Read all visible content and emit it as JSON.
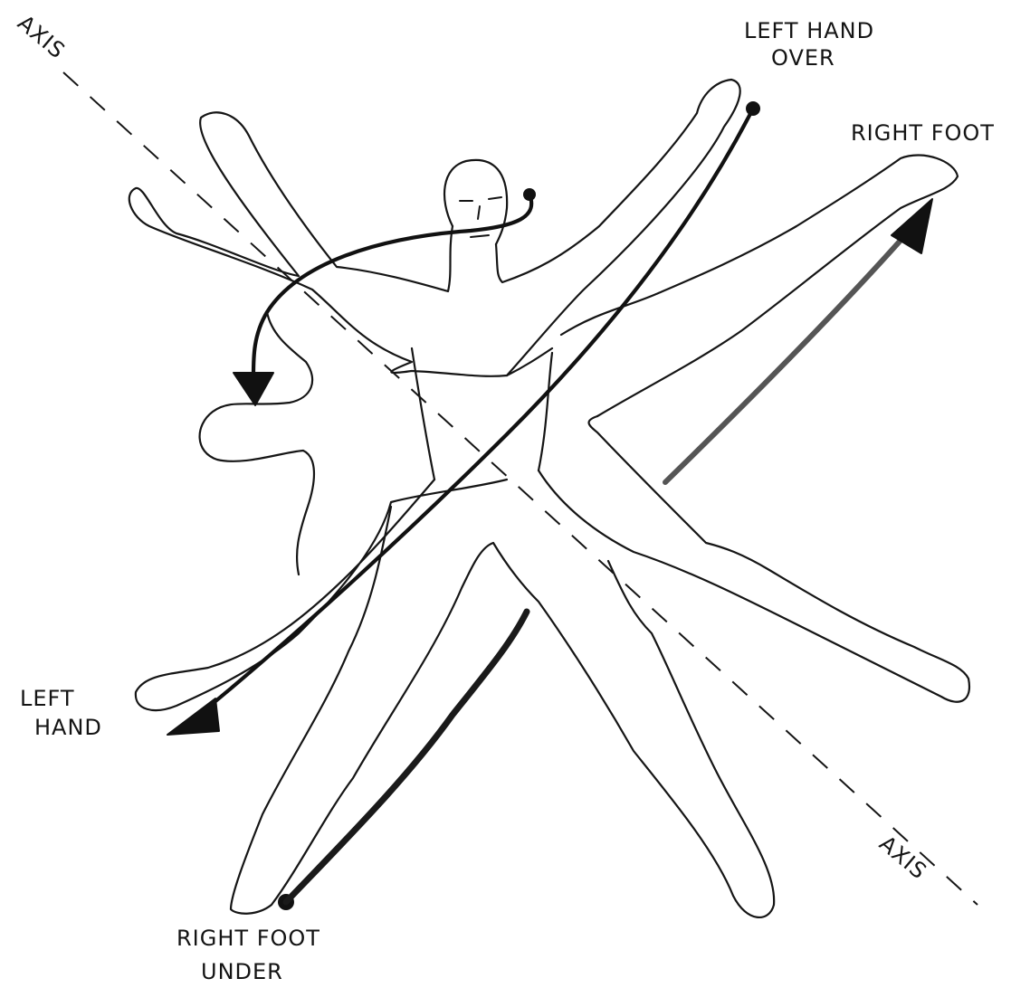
{
  "labels": {
    "axis_top": "AXIS",
    "axis_bottom": "AXIS",
    "left_hand_over_1": "LEFT HAND",
    "left_hand_over_2": "OVER",
    "right_foot": "RIGHT FOOT",
    "left_hand_1": "LEFT",
    "left_hand_2": "HAND",
    "right_foot_under_1": "RIGHT FOOT",
    "right_foot_under_2": "UNDER"
  },
  "colors": {
    "ink": "#151515",
    "paper": "#ffffff"
  }
}
